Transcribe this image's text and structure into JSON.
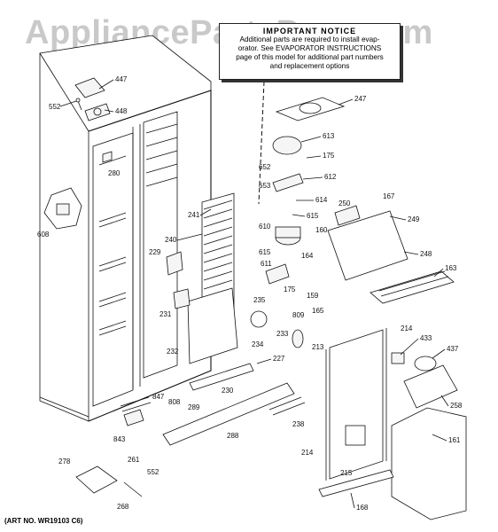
{
  "watermark": "AppliancePartsPros.com",
  "notice": {
    "title": "IMPORTANT NOTICE",
    "lines": [
      "Additional parts are required to install evap-",
      "orator.  See EVAPORATOR INSTRUCTIONS",
      "page of this model for additional part numbers",
      "and replacement options"
    ]
  },
  "art_number": "(ART NO. WR19103 C6)",
  "part_labels": [
    "447",
    "552",
    "448",
    "280",
    "608",
    "247",
    "613",
    "175",
    "652",
    "612",
    "653",
    "614",
    "615",
    "610",
    "241",
    "240",
    "229",
    "231",
    "232",
    "227",
    "230",
    "808",
    "847",
    "843",
    "289",
    "261",
    "552",
    "288",
    "278",
    "268",
    "250",
    "167",
    "249",
    "160",
    "164",
    "248",
    "163",
    "175",
    "159",
    "165",
    "809",
    "213",
    "214",
    "433",
    "437",
    "258",
    "238",
    "161",
    "214",
    "215",
    "168",
    "615",
    "611",
    "233",
    "234",
    "235"
  ]
}
